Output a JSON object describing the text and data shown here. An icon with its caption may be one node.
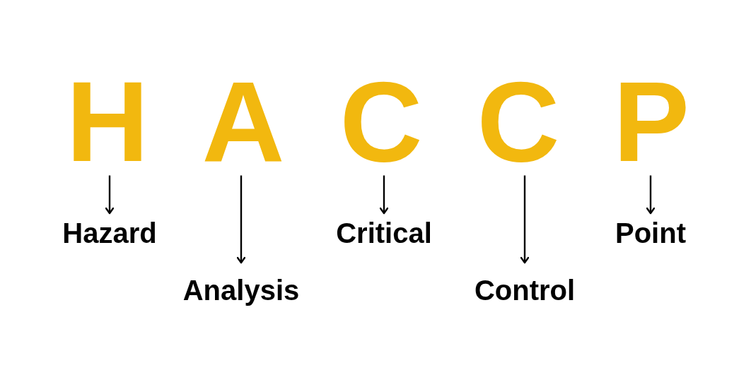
{
  "diagram": {
    "nodes": [
      {
        "text": [
          "H"
        ]
      },
      {
        "text": [
          "A"
        ]
      },
      {
        "text": [
          "C"
        ]
      },
      {
        "text": [
          "C"
        ]
      },
      {
        "text": [
          "P"
        ]
      },
      {
        "text": [
          "Hazard"
        ]
      },
      {
        "text": [
          "Analysis"
        ]
      },
      {
        "text": [
          "Critical"
        ]
      },
      {
        "text": [
          "Control"
        ]
      },
      {
        "text": [
          "Point"
        ]
      }
    ],
    "edges": [
      {
        "from": 0,
        "to": 5,
        "arrow": "to"
      },
      {
        "from": 1,
        "to": 6,
        "arrow": "to"
      },
      {
        "from": 2,
        "to": 7,
        "arrow": "to"
      },
      {
        "from": 3,
        "to": 8,
        "arrow": "to"
      },
      {
        "from": 4,
        "to": 9,
        "arrow": "to"
      }
    ]
  }
}
